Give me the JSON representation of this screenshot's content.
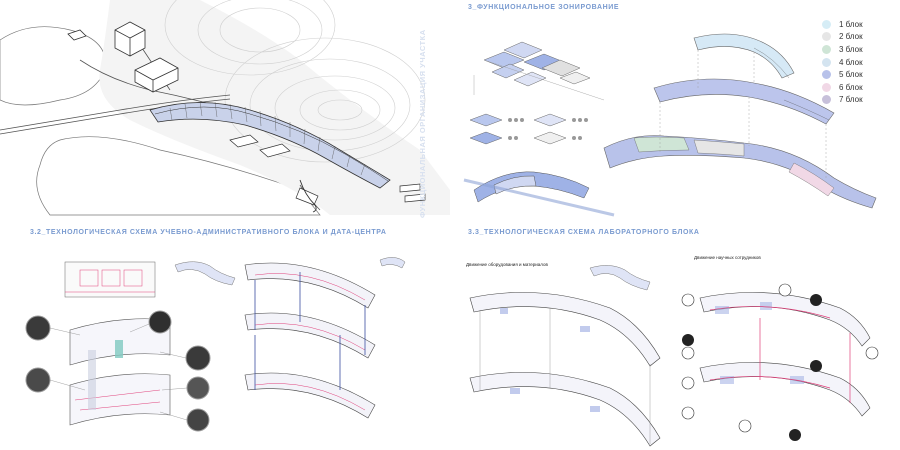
{
  "panels": {
    "zoning_title": "3_ФУНКЦИОНАЛЬНОЕ ЗОНИРОВАНИЕ",
    "vertical_label": "ФУНКЦИОНАЛЬНАЯ ОРГАНИЗАЦИЯ УЧАСТКА",
    "admin_title": "3.2_ТЕХНОЛОГИЧЕСКАЯ СХЕМА УЧЕБНО-АДМИНИСТРАТИВНОГО БЛОКА И ДАТА-ЦЕНТРА",
    "lab_title": "3.3_ТЕХНОЛОГИЧЕСКАЯ СХЕМА ЛАБОРАТОРНОГО БЛОКА",
    "lab_caption_equipment": "Движение оборудования и материалов",
    "lab_caption_staff": "Движение научных сотрудников"
  },
  "legend": [
    {
      "label": "1 блок",
      "color": "#d6edf6"
    },
    {
      "label": "2 блок",
      "color": "#e6e6e6"
    },
    {
      "label": "3 блок",
      "color": "#cfe5d6"
    },
    {
      "label": "4 блок",
      "color": "#d4e4f0"
    },
    {
      "label": "5 блок",
      "color": "#b8c2ea"
    },
    {
      "label": "6 блок",
      "color": "#f1d8e6"
    },
    {
      "label": "7 блок",
      "color": "#c7c0da"
    }
  ],
  "colors": {
    "accent": "#7a9bd0",
    "route_pink": "#e0407a",
    "floor_blue": "#a9b6e6",
    "water": "#ffffff",
    "line": "#444444"
  },
  "icons": [
    "server-photo",
    "people-icon",
    "lock-icon",
    "alert-icon",
    "drop-icon",
    "gear-icon",
    "recycle-icon"
  ]
}
